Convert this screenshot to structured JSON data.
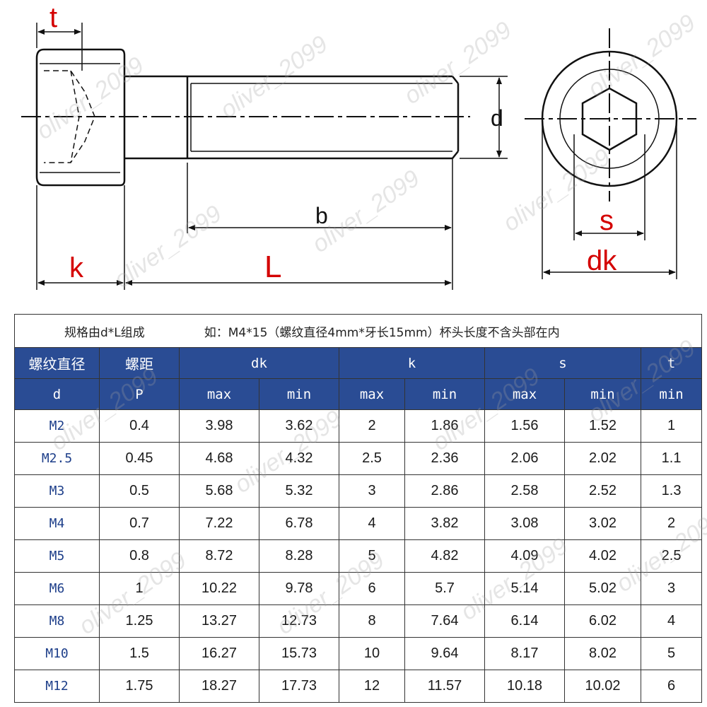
{
  "drawing": {
    "labels": {
      "t": "t",
      "k": "k",
      "L": "L",
      "b": "b",
      "d": "d",
      "s": "s",
      "dk": "dk"
    },
    "label_colors": {
      "red": "#d40000",
      "black": "#111111"
    }
  },
  "watermark": "oliver_2099",
  "table": {
    "note": {
      "left": "规格由d*L组成",
      "right": "如：M4*15（螺纹直径4mm*牙长15mm）杯头长度不含头部在内"
    },
    "header_color": "#2a4c94",
    "headers": {
      "thread_diameter": "螺纹直径",
      "thread_diameter_sym": "d",
      "pitch": "螺距",
      "pitch_sym": "P",
      "dk": "dk",
      "k": "k",
      "s": "s",
      "t": "t",
      "max": "max",
      "min": "min"
    },
    "rows": [
      [
        "M2",
        "0.4",
        "3.98",
        "3.62",
        "2",
        "1.86",
        "1.56",
        "1.52",
        "1"
      ],
      [
        "M2.5",
        "0.45",
        "4.68",
        "4.32",
        "2.5",
        "2.36",
        "2.06",
        "2.02",
        "1.1"
      ],
      [
        "M3",
        "0.5",
        "5.68",
        "5.32",
        "3",
        "2.86",
        "2.58",
        "2.52",
        "1.3"
      ],
      [
        "M4",
        "0.7",
        "7.22",
        "6.78",
        "4",
        "3.82",
        "3.08",
        "3.02",
        "2"
      ],
      [
        "M5",
        "0.8",
        "8.72",
        "8.28",
        "5",
        "4.82",
        "4.09",
        "4.02",
        "2.5"
      ],
      [
        "M6",
        "1",
        "10.22",
        "9.78",
        "6",
        "5.7",
        "5.14",
        "5.02",
        "3"
      ],
      [
        "M8",
        "1.25",
        "13.27",
        "12.73",
        "8",
        "7.64",
        "6.14",
        "6.02",
        "4"
      ],
      [
        "M10",
        "1.5",
        "16.27",
        "15.73",
        "10",
        "9.64",
        "8.17",
        "8.02",
        "5"
      ],
      [
        "M12",
        "1.75",
        "18.27",
        "17.73",
        "12",
        "11.57",
        "10.18",
        "10.02",
        "6"
      ]
    ]
  }
}
